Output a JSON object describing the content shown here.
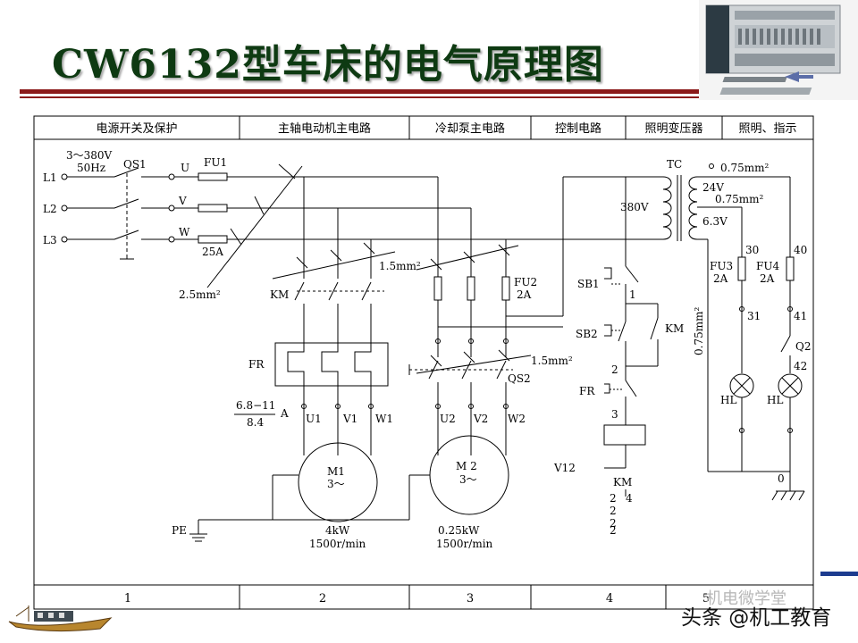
{
  "title": "CW6132型车床的电气原理图",
  "header_cells": [
    "电源开关及保护",
    "主轴电动机主电路",
    "冷却泵主电路",
    "控制电路",
    "照明变压器",
    "照明、指示"
  ],
  "footer_cells": [
    "1",
    "2",
    "3",
    "4",
    "5"
  ],
  "labels": {
    "supply_voltage": "3～380V",
    "supply_freq": "50Hz",
    "qs1": "QS1",
    "l1": "L1",
    "l2": "L2",
    "l3": "L3",
    "u": "U",
    "v": "V",
    "w": "W",
    "fu1": "FU1",
    "fu1_rating": "25A",
    "wire_2_5": "2.5mm²",
    "wire_1_5a": "1.5mm²",
    "wire_1_5b": "1.5mm²",
    "km_main": "KM",
    "fr": "FR",
    "fr_setting_num": "6.8−11",
    "fr_setting_den": "8.4",
    "fr_setting_unit": "A",
    "u1": "U1",
    "v1": "V1",
    "w1": "W1",
    "u2": "U2",
    "v2": "V2",
    "w2": "W2",
    "m1": "M1",
    "m1_phase": "3～",
    "m2": "M 2",
    "m2_phase": "3～",
    "m1_power": "4kW",
    "m1_speed": "1500r/min",
    "m2_power": "0.25kW",
    "m2_speed": "1500r/min",
    "pe": "PE",
    "fu2": "FU2",
    "fu2_rating": "2A",
    "qs2": "QS2",
    "sb1": "SB1",
    "sb2": "SB2",
    "km_aux": "KM",
    "fr_ctrl": "FR",
    "node1": "1",
    "node2": "2",
    "node3": "3",
    "v12": "V12",
    "km_coil": "KM",
    "km_col_a": "2",
    "km_col_a2": "2",
    "km_col_a3": "2",
    "km_col_a4": "2",
    "km_col_b": "4",
    "tc": "TC",
    "tc_primary": "380V",
    "tc_24v": "24V",
    "tc_6_3v": "6.3V",
    "wire_075_a": "0.75mm²",
    "wire_075_b": "0.75mm²",
    "wire_075_c": "0.75mm²",
    "n30": "30",
    "n40": "40",
    "n31": "31",
    "n41": "41",
    "n42": "42",
    "n0": "0",
    "fu3": "FU3",
    "fu3_rating": "2A",
    "fu4": "FU4",
    "fu4_rating": "2A",
    "q2": "Q2",
    "hl1": "HL",
    "hl2": "HL"
  },
  "watermark": "头条 @机工教育",
  "watermark_ghost": "机电微学堂"
}
